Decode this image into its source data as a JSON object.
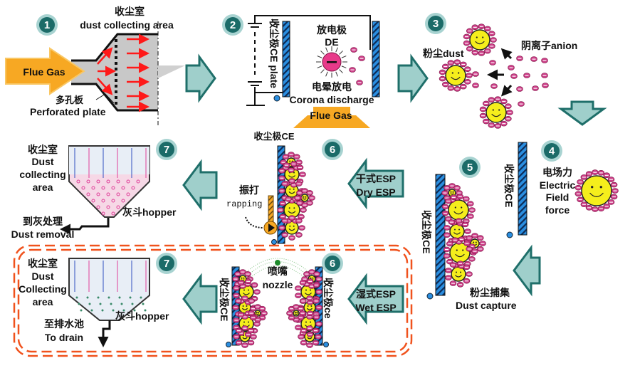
{
  "colors": {
    "step_badge": "#1b6b68",
    "step_halo": "#a8d3d1",
    "flow_arrow_fill": "#9fcfcb",
    "flow_arrow_stroke": "#1f6f6a",
    "flue_gas": "#f7a823",
    "plate": "#2a8ee0",
    "ion": "#cc3f88",
    "dust": "#f5ee1c",
    "red_arrow": "#ff1a1a",
    "wet_border": "#f0521d"
  },
  "step1": {
    "badge": "1",
    "title_cn": "收尘室",
    "title_en": "dust collecting area",
    "flue_gas": "Flue Gas",
    "plate_cn": "多孔板",
    "plate_en": "Perforated plate"
  },
  "step2": {
    "badge": "2",
    "ce_label": "收尘极CE plate",
    "de_cn": "放电极",
    "de_en": "DE",
    "corona_cn": "电晕放电",
    "corona_en": "Corona discharge",
    "flue_gas": "Flue Gas"
  },
  "step3": {
    "badge": "3",
    "dust": "粉尘dust",
    "anion": "阴离子anion"
  },
  "step4": {
    "badge": "4",
    "ce_label": "收尘极CE",
    "force_cn": "电场力",
    "force_en_1": "Electric",
    "force_en_2": "Field",
    "force_en_3": "force"
  },
  "step5": {
    "badge": "5",
    "ce_label": "收尘极CE",
    "capture_cn": "粉尘捕集",
    "capture_en": "Dust capture"
  },
  "step6_dry": {
    "badge": "6",
    "ce_label": "收尘极CE",
    "rapping_cn": "振打",
    "rapping_en": "rapping",
    "arrow_cn": "干式ESP",
    "arrow_en": "Dry ESP"
  },
  "step6_wet": {
    "badge": "6",
    "ce_left": "收尘极CE",
    "ce_right": "收尘极ce",
    "nozzle_cn": "喷嘴",
    "nozzle_en": "nozzle",
    "arrow_cn": "湿式ESP",
    "arrow_en": "Wet ESP"
  },
  "step7_dry": {
    "badge": "7",
    "room_cn": "收尘室",
    "room_en_1": "Dust",
    "room_en_2": "collecting",
    "room_en_3": "area",
    "hopper": "灰斗hopper",
    "removal_cn": "到灰处理",
    "removal_en": "Dust removal"
  },
  "step7_wet": {
    "badge": "7",
    "room_cn": "收尘室",
    "room_en_1": "Dust",
    "room_en_2": "Collecting",
    "room_en_3": "area",
    "hopper": "灰斗hopper",
    "drain_cn": "至排水池",
    "drain_en": "To drain"
  }
}
